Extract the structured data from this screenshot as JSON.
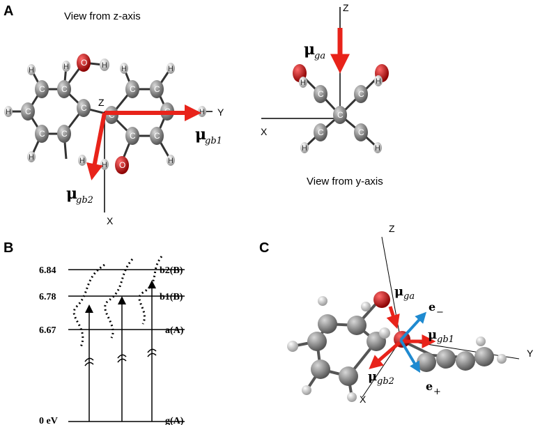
{
  "panelA": {
    "label": "A",
    "view_z": "View from z-axis",
    "view_y": "View from y-axis",
    "axes_left": {
      "z": "Z",
      "y": "Y",
      "x": "X"
    },
    "axes_right": {
      "z": "Z",
      "x": "X"
    },
    "mu_gb1": {
      "symbol": "μ",
      "sub": "gb1"
    },
    "mu_gb2": {
      "symbol": "μ",
      "sub": "gb2"
    },
    "mu_ga": {
      "symbol": "μ",
      "sub": "ga"
    }
  },
  "panelB": {
    "label": "B",
    "levels": [
      {
        "energy": "6.84",
        "state": "b2(B)"
      },
      {
        "energy": "6.78",
        "state": "b1(B)"
      },
      {
        "energy": "6.67",
        "state": "a(A)"
      },
      {
        "energy": "0 eV",
        "state": "g(A)"
      }
    ]
  },
  "panelC": {
    "label": "C",
    "axes": {
      "z": "Z",
      "y": "Y",
      "x": "X"
    },
    "mu_ga": {
      "symbol": "μ",
      "sub": "ga"
    },
    "mu_gb1": {
      "symbol": "μ",
      "sub": "gb1"
    },
    "mu_gb2": {
      "symbol": "μ",
      "sub": "gb2"
    },
    "e_minus": {
      "symbol": "e",
      "sub": "−"
    },
    "e_plus": {
      "symbol": "e",
      "sub": "+"
    }
  },
  "colors": {
    "arrow_red": "#e8231a",
    "arrow_blue": "#1f8ad0",
    "oxygen": "#d11a1a",
    "carbon": "#8a8a8a",
    "hydrogen": "#e6e6e6"
  },
  "atoms": {
    "carbon": "C",
    "hydrogen": "H",
    "oxygen": "O"
  }
}
